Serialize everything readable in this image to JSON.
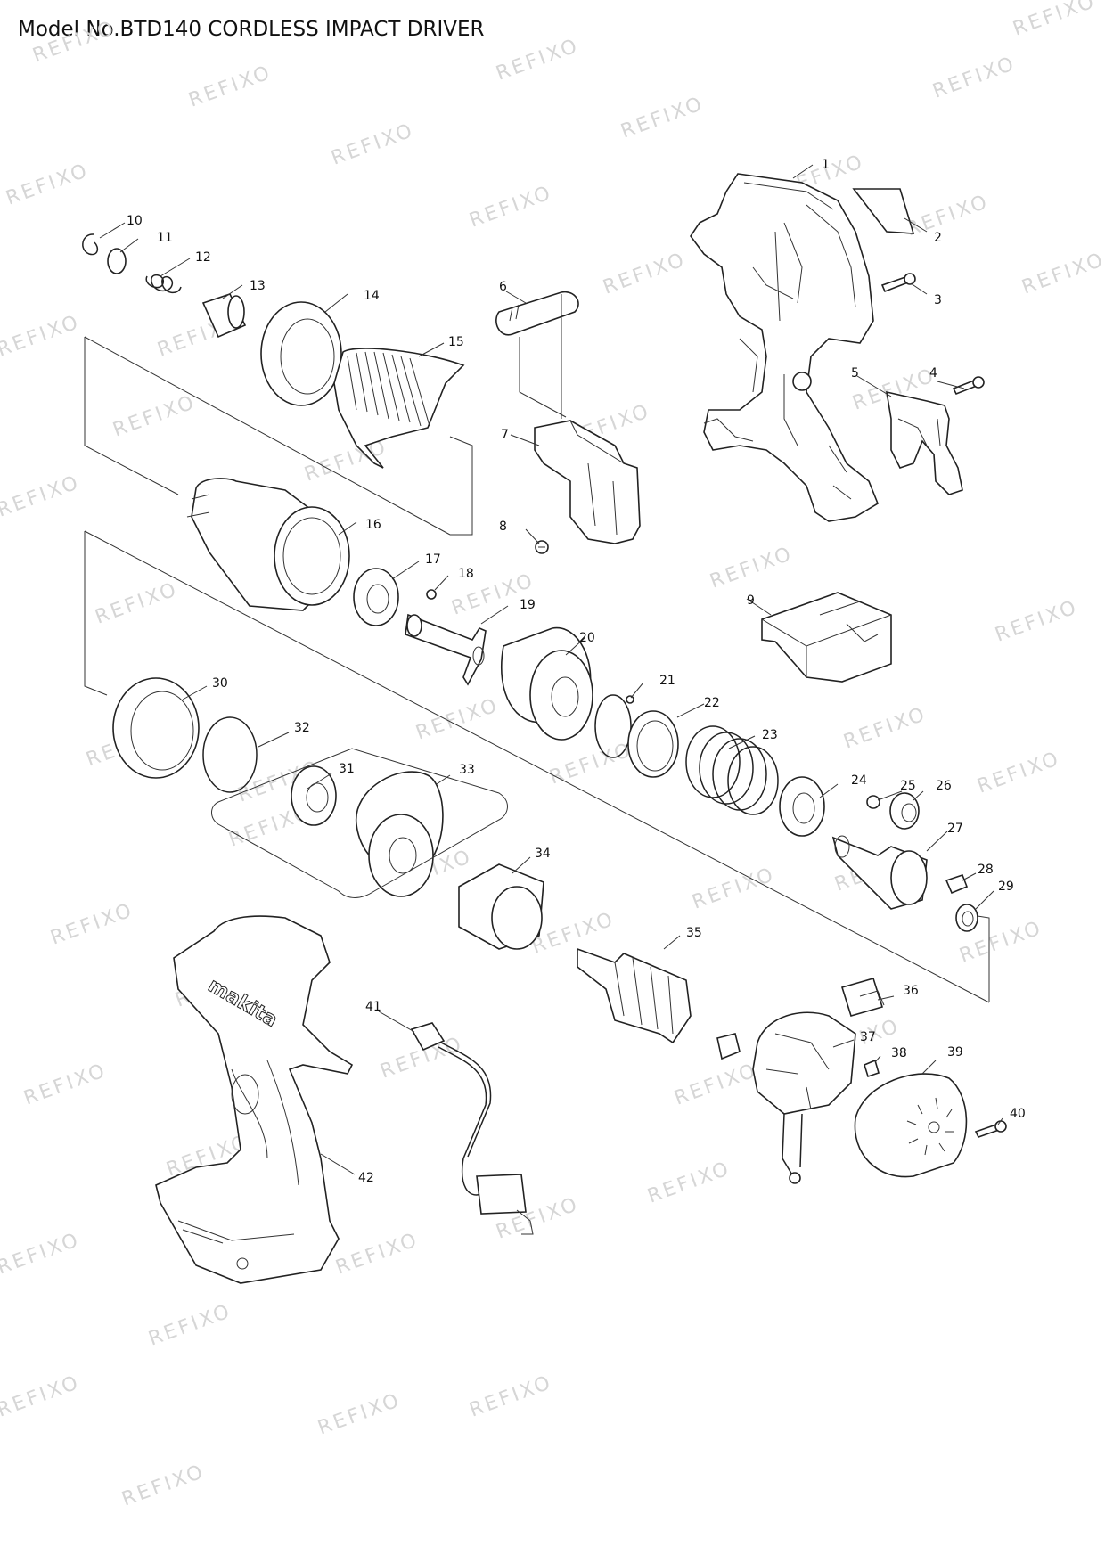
{
  "title": "Model No.BTD140 CORDLESS IMPACT DRIVER",
  "watermark": "REFIXO",
  "brand_text": "makita",
  "part_numbers": [
    "1",
    "2",
    "3",
    "4",
    "5",
    "6",
    "7",
    "8",
    "9",
    "10",
    "11",
    "12",
    "13",
    "14",
    "15",
    "16",
    "17",
    "18",
    "19",
    "20",
    "21",
    "22",
    "23",
    "24",
    "25",
    "26",
    "27",
    "28",
    "29",
    "30",
    "31",
    "32",
    "33",
    "34",
    "35",
    "36",
    "37",
    "38",
    "39",
    "40",
    "41",
    "42"
  ],
  "colors": {
    "line": "#222222",
    "watermark": "#d6d6d6",
    "background": "#ffffff"
  }
}
